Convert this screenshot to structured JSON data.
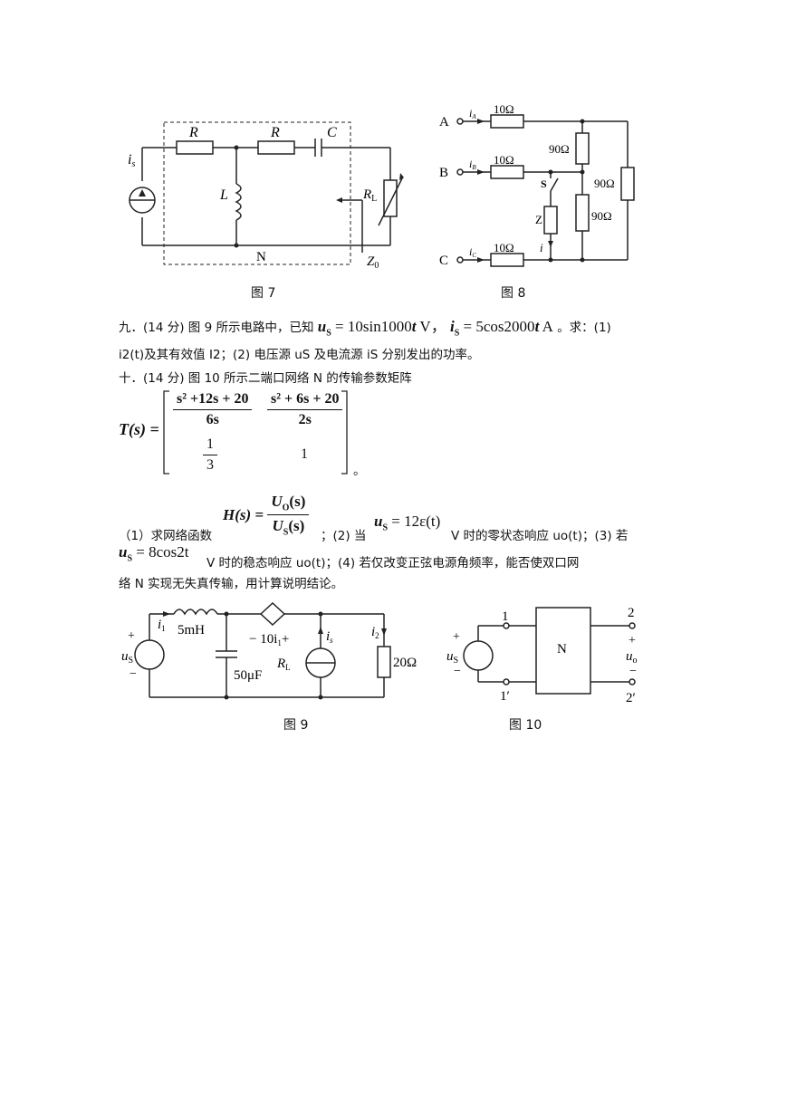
{
  "captions": {
    "fig7": "图 7",
    "fig8": "图 8",
    "fig9": "图 9",
    "fig10": "图 10"
  },
  "fig7": {
    "is": "i",
    "is_sub": "s",
    "R1": "R",
    "R2": "R",
    "C": "C",
    "L": "L",
    "RL": "R",
    "RL_sub": "L",
    "N": "N",
    "Z0": "Z",
    "Z0_sub": "0"
  },
  "fig8": {
    "A": "A",
    "B": "B",
    "C": "C",
    "iA": "i",
    "iA_sub": "A",
    "iB": "i",
    "iB_sub": "B",
    "iC": "i",
    "iC_sub": "C",
    "r_A": "10Ω",
    "r_B": "10Ω",
    "r_C": "10Ω",
    "r_top": "90Ω",
    "r_mid": "90Ω",
    "r_right": "90Ω",
    "S": "S",
    "Z": "Z",
    "i": "i"
  },
  "q9": {
    "prefix": "九．(14 分) 图 9 所示电路中，已知",
    "us_expr": "10sin1000",
    "us_unit": " V，",
    "is_expr": "5cos2000",
    "is_unit": " A",
    "suffix": "。求：(1)",
    "line2": "i2(t)及其有效值 I2；(2) 电压源 uS 及电流源 iS 分别发出的功率。"
  },
  "q10": {
    "line1": "十．(14 分) 图 10 所示二端口网络 N 的传输参数矩阵",
    "T_label": "T(s) =",
    "m11_num": "s² +12s + 20",
    "m11_den": "6s",
    "m12_num": "s² + 6s + 20",
    "m12_den": "2s",
    "m21_num": "1",
    "m21_den": "3",
    "m22": "1",
    "matrix_end": "。",
    "p1": "（1）求网络函数",
    "H_label": "H(s) =",
    "H_num": "U",
    "H_num_sub": "O",
    "H_num_arg": "(s)",
    "H_den": "U",
    "H_den_sub": "S",
    "H_den_arg": "(s)",
    "p2": "；(2) 当",
    "us2_expr": "= 12ε(t)",
    "p3": "V 时的零状态响应 uo(t)；(3) 若",
    "us3_expr": "= 8cos2t",
    "p4": "V 时的稳态响应 uo(t)；(4) 若仅改变正弦电源角频率，能否使双口网",
    "p5": "络 N 实现无失真传输，用计算说明结论。"
  },
  "fig9": {
    "plus": "+",
    "minus": "−",
    "us": "u",
    "us_sub": "S",
    "i1": "i",
    "i1_sub": "1",
    "L": "5mH",
    "C": "50μF",
    "dep": "− 10i",
    "dep_sub": "1",
    "dep_plus": "+",
    "RL": "R",
    "RL_sub": "L",
    "is": "i",
    "is_sub": "s",
    "i2": "i",
    "i2_sub": "2",
    "R": "20Ω"
  },
  "fig10": {
    "plus": "+",
    "minus": "−",
    "us": "u",
    "us_sub": "S",
    "p1": "1",
    "p1p": "1′",
    "p2": "2",
    "p2p": "2′",
    "N": "N",
    "uo_plus": "+",
    "uo": "u",
    "uo_sub": "o",
    "uo_minus": "−"
  }
}
